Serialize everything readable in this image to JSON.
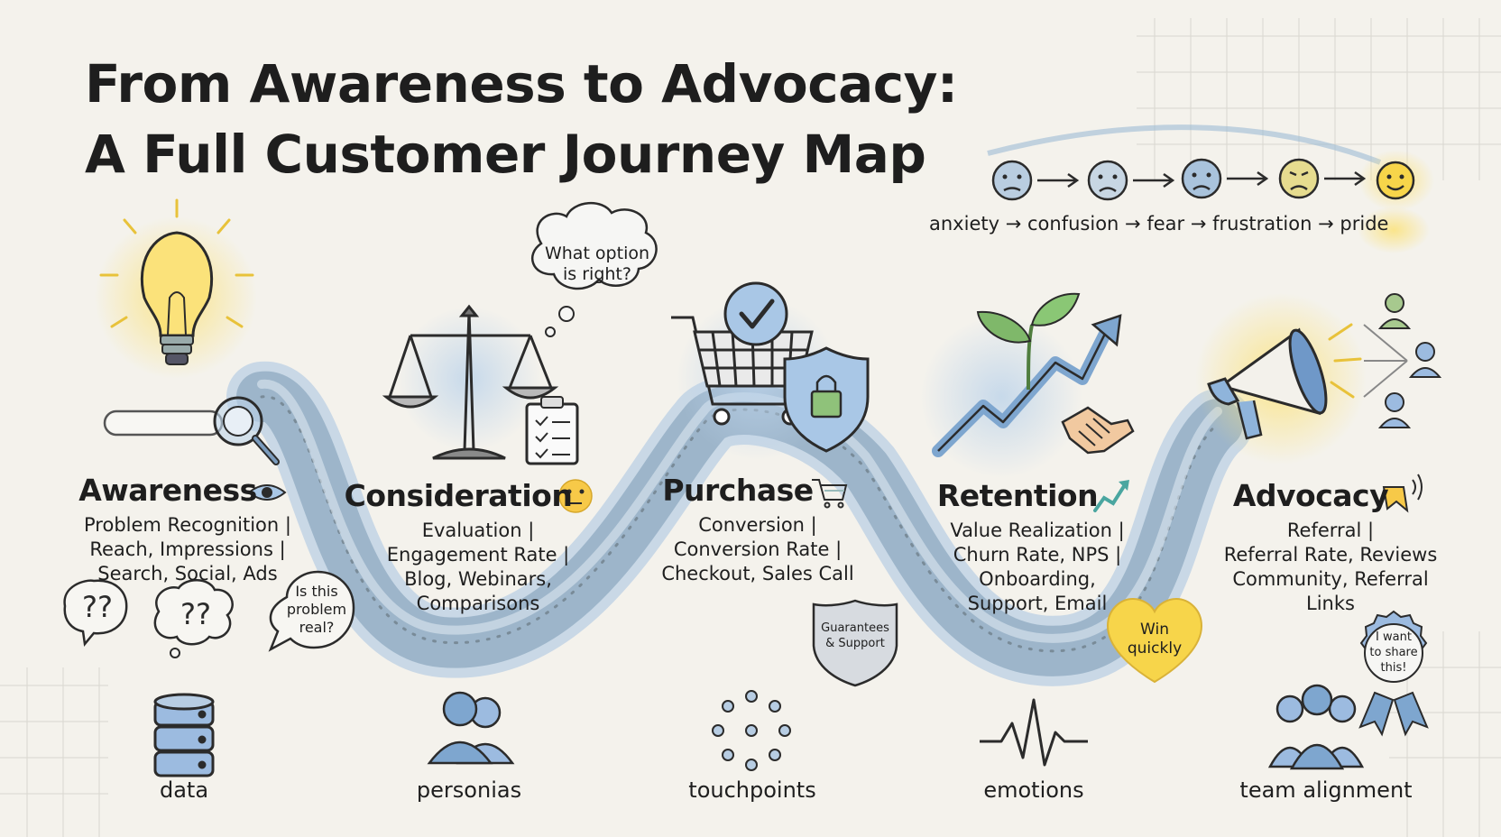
{
  "title": {
    "line1": "From Awareness to Advocacy:",
    "line2": "A Full Customer Journey Map"
  },
  "emotions": {
    "labels": [
      "anxiety",
      "confusion",
      "fear",
      "frustration",
      "pride"
    ],
    "arrow": "→",
    "highlight_color": "#f7d54a"
  },
  "stages": [
    {
      "name": "Awareness",
      "icon": "eye-icon",
      "lines": [
        "Problem Recognition |",
        "Reach, Impressions |",
        "Search, Social, Ads"
      ]
    },
    {
      "name": "Consideration",
      "icon": "thinking-face-icon",
      "lines": [
        "Evaluation |",
        "Engagement Rate |",
        "Blog, Webinars,",
        "Comparisons"
      ]
    },
    {
      "name": "Purchase",
      "icon": "shopping-cart-icon",
      "lines": [
        "Conversion |",
        "Conversion Rate |",
        "Checkout, Sales Call"
      ]
    },
    {
      "name": "Retention",
      "icon": "chart-up-icon",
      "lines": [
        "Value Realization |",
        "Churn Rate, NPS |",
        "Onboarding,",
        "Support, Email"
      ]
    },
    {
      "name": "Advocacy",
      "icon": "megaphone-icon",
      "lines": [
        "Referral |",
        "Referral Rate, Reviews",
        "Community, Referral",
        "Links"
      ]
    }
  ],
  "bubbles": {
    "thought": [
      "What option",
      "is right?"
    ],
    "question": [
      "Is this",
      "problem",
      "real?"
    ],
    "question_marks": "??",
    "guarantee_badge": [
      "Guarantees",
      "& Support"
    ],
    "win_heart": [
      "Win",
      "quickly"
    ],
    "share_rosette": [
      "I want",
      "to share",
      "this!"
    ]
  },
  "bottom_labels": [
    "data",
    "personias",
    "touchpoints",
    "emotions",
    "team alignment"
  ],
  "colors": {
    "background": "#f4f2ec",
    "road": "#a9c2d6",
    "accent_blue": "#8fb4db",
    "accent_yellow": "#f7d54a",
    "accent_green": "#7fb86a",
    "ink": "#2b2b2b"
  }
}
